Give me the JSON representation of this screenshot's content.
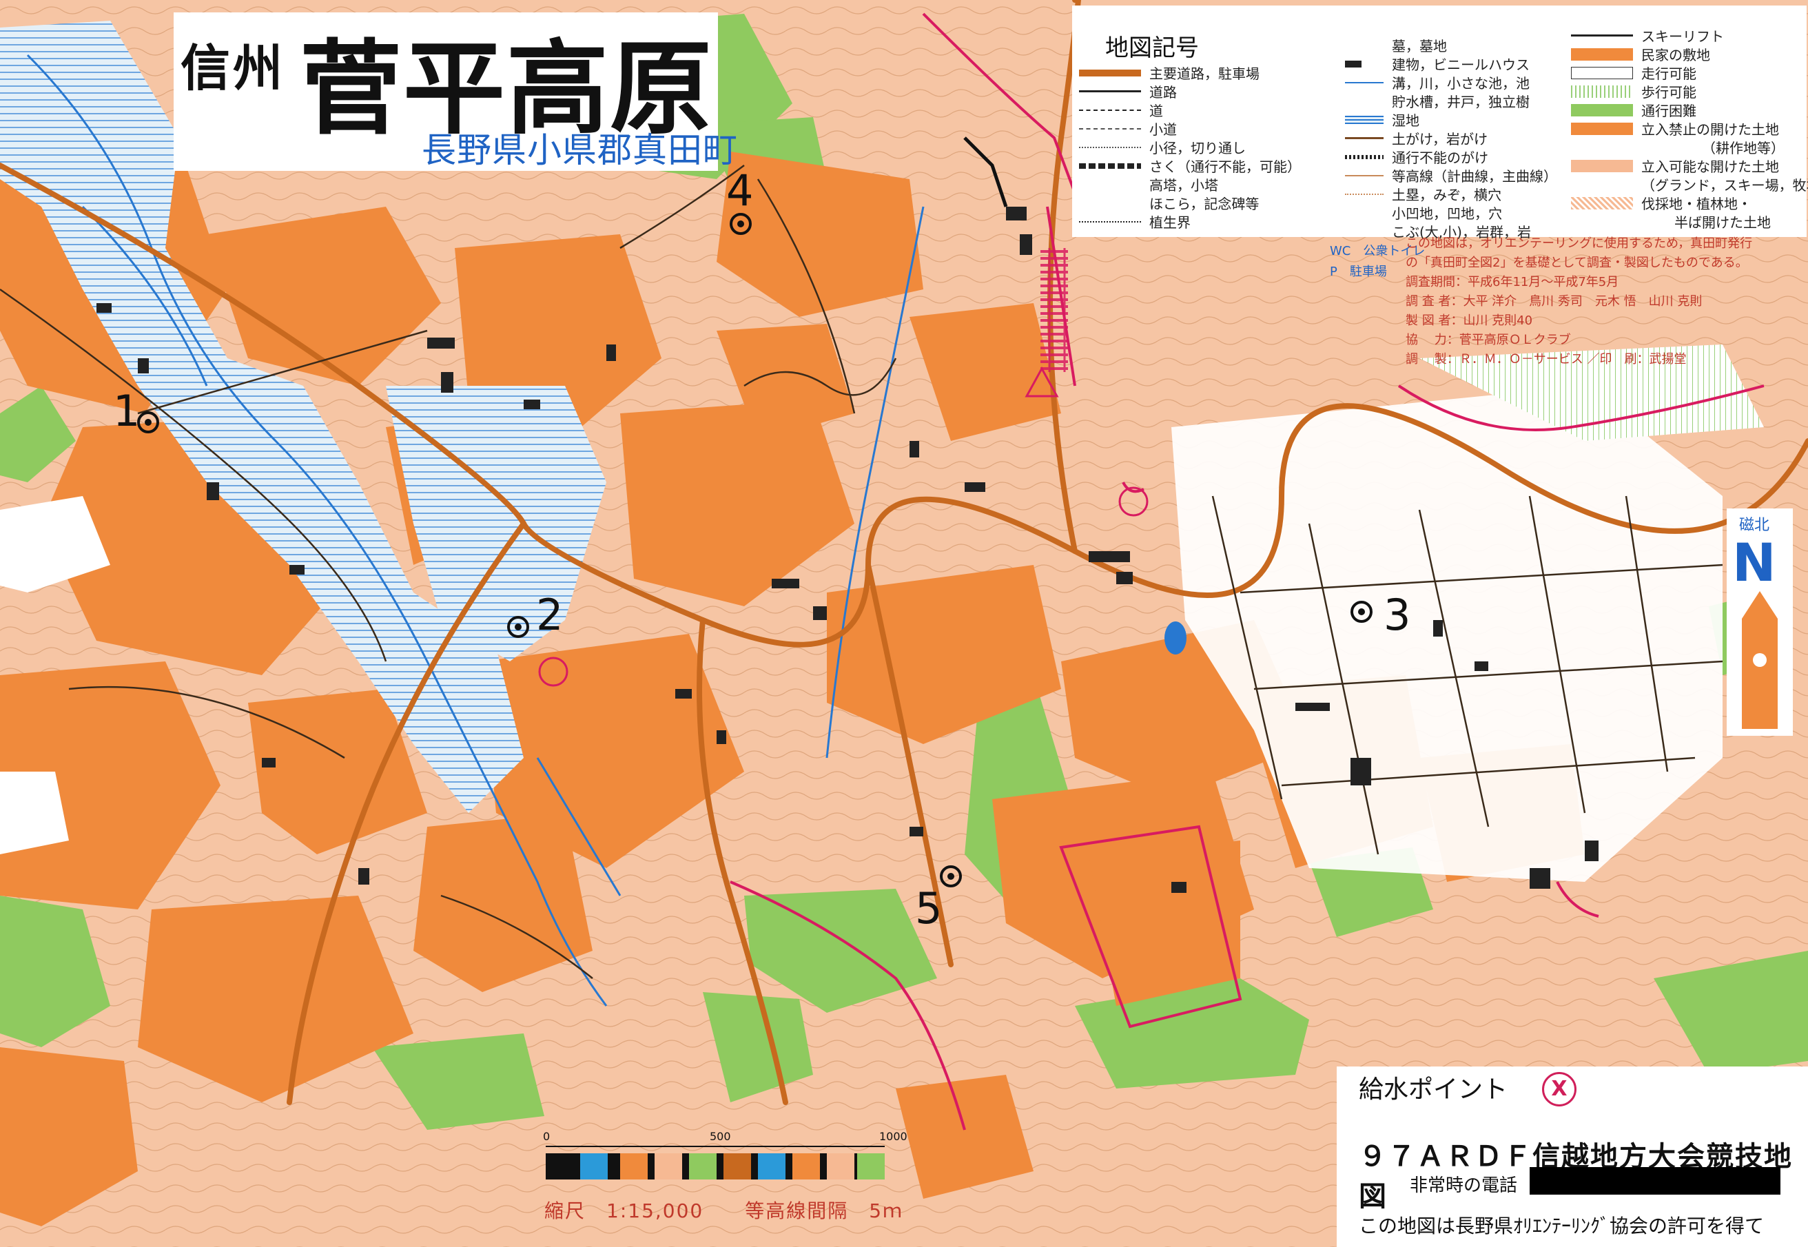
{
  "title": {
    "prefix": "信州",
    "main": "菅平高原",
    "subtitle": "長野県小県郡真田町"
  },
  "legend": {
    "title": "地図記号",
    "col1": [
      "主要道路，駐車場",
      "道路",
      "道",
      "小道",
      "小径，切り通し",
      "さく（通行不能，可能）",
      "高塔，小塔",
      "ほこら，記念碑等",
      "植生界"
    ],
    "col2": [
      "墓，墓地",
      "建物，ビニールハウス",
      "溝，川，小さな池，池",
      "貯水槽，井戸，独立樹",
      "湿地",
      "土がけ，岩がけ",
      "通行不能のがけ",
      "等高線（計曲線，主曲線）",
      "土塁，みぞ，横穴",
      "小凹地，凹地，穴",
      "こぶ(大,小)，岩群，岩"
    ],
    "col3": [
      "スキーリフト",
      "民家の敷地",
      "走行可能",
      "歩行可能",
      "通行困難",
      "立入禁止の開けた土地",
      "（耕作地等）",
      "立入可能な開けた土地",
      "（グランド，スキー場，牧場）",
      "伐採地・植林地・",
      "半ば開けた土地"
    ],
    "amenities": [
      {
        "code": "WC",
        "label": "公衆トイレ"
      },
      {
        "code": "P",
        "label": "駐車場"
      }
    ]
  },
  "info": {
    "lines": [
      "この地図は，オリエンテーリングに使用するため，真田町発行",
      "の「真田町全図2」を基礎として調査・製図したものである。",
      "調査期間：平成6年11月～平成7年5月",
      "調 査 者：大平 洋介　鳥川 秀司　元木 悟　山川 克則",
      "製 図 者：山川 克則40",
      "協　 力：菅平高原ＯＬクラブ",
      "調　 製：Ｒ．Ｍ．Ｏ－サービス ／印　刷：武揚堂"
    ]
  },
  "north": {
    "label": "磁北",
    "letter": "N"
  },
  "water_point": {
    "label": "給水ポイント",
    "mark": "X"
  },
  "competition_title": "９７ＡＲＤＦ信越地方大会競技地図",
  "emergency_label": "非常時の電話",
  "permission_text": "この地図は長野県ｵﾘｴﾝﾃｰﾘﾝｸﾞ協会の許可を得て",
  "scale": {
    "ticks": [
      "0",
      "500",
      "1000"
    ],
    "text": "縮尺　1:15,000　　等高線間隔　5ｍ"
  },
  "checkpoints": [
    "1",
    "2",
    "3",
    "4",
    "5"
  ],
  "colors": {
    "orange_strong": "#f08a3c",
    "orange_light": "#f6b993",
    "green": "#8fca5f",
    "wetland": "#cfe4f3",
    "magenta": "#d81b60",
    "blue": "#2878d0"
  }
}
